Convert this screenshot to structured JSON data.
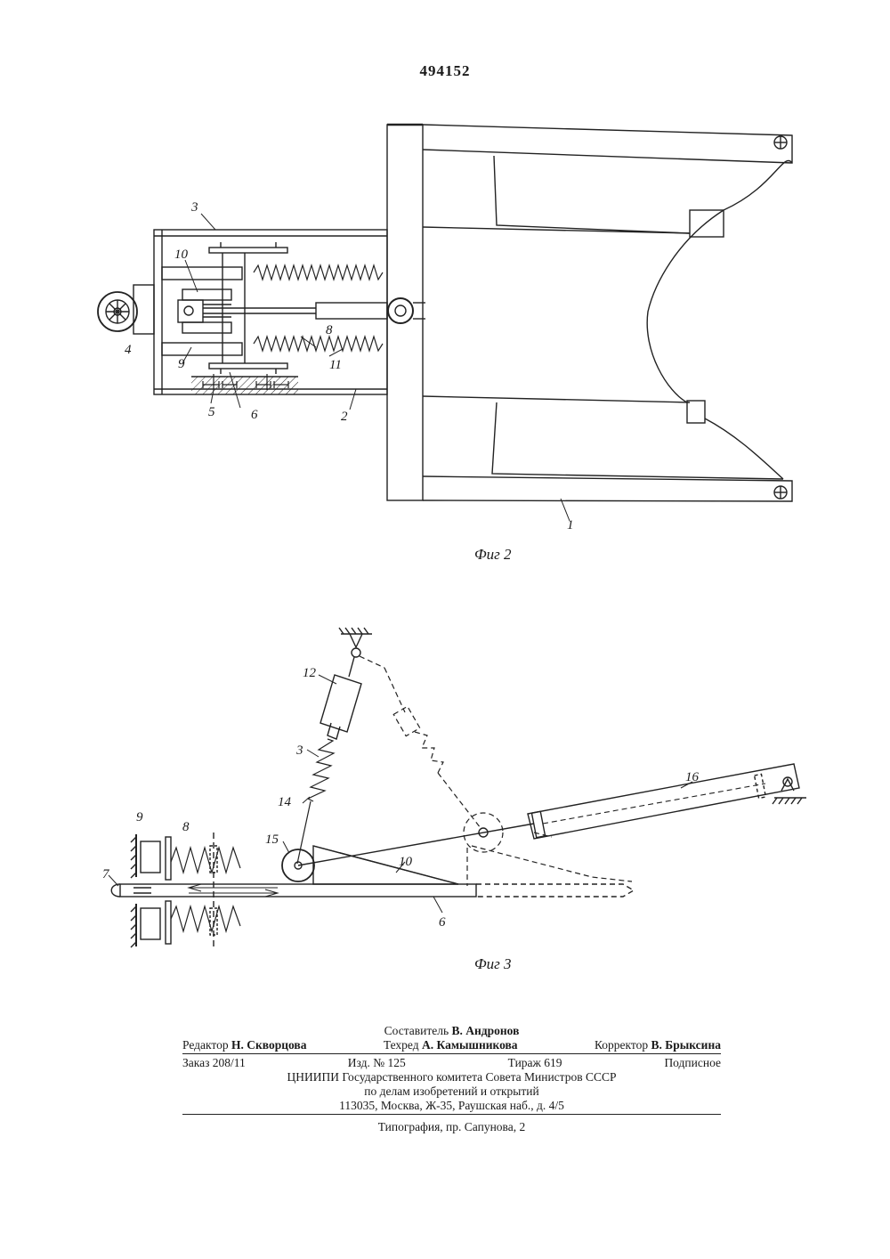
{
  "patent_number": "494152",
  "figures": {
    "fig2": {
      "caption": "Фиг 2",
      "labels": [
        "1",
        "2",
        "3",
        "4",
        "5",
        "6",
        "8",
        "9",
        "10",
        "11"
      ]
    },
    "fig3": {
      "caption": "Фиг 3",
      "labels": [
        "3",
        "6",
        "7",
        "8",
        "9",
        "10",
        "12",
        "14",
        "15",
        "16"
      ]
    }
  },
  "imprint": {
    "compiler_role": "Составитель",
    "compiler_name": "В. Андронов",
    "editor_role": "Редактор",
    "editor_name": "Н. Скворцова",
    "techred_role": "Техред",
    "techred_name": "А. Камышникова",
    "corrector_role": "Корректор",
    "corrector_name": "В. Брыксина",
    "order": "Заказ 208/11",
    "edition": "Изд. № 125",
    "circulation": "Тираж 619",
    "subscription": "Подписное",
    "org_line1": "ЦНИИПИ Государственного комитета Совета Министров СССР",
    "org_line2": "по делам изобретений и открытий",
    "address": "113035, Москва, Ж-35, Раушская наб., д. 4/5",
    "printing": "Типография, пр. Сапунова, 2"
  }
}
